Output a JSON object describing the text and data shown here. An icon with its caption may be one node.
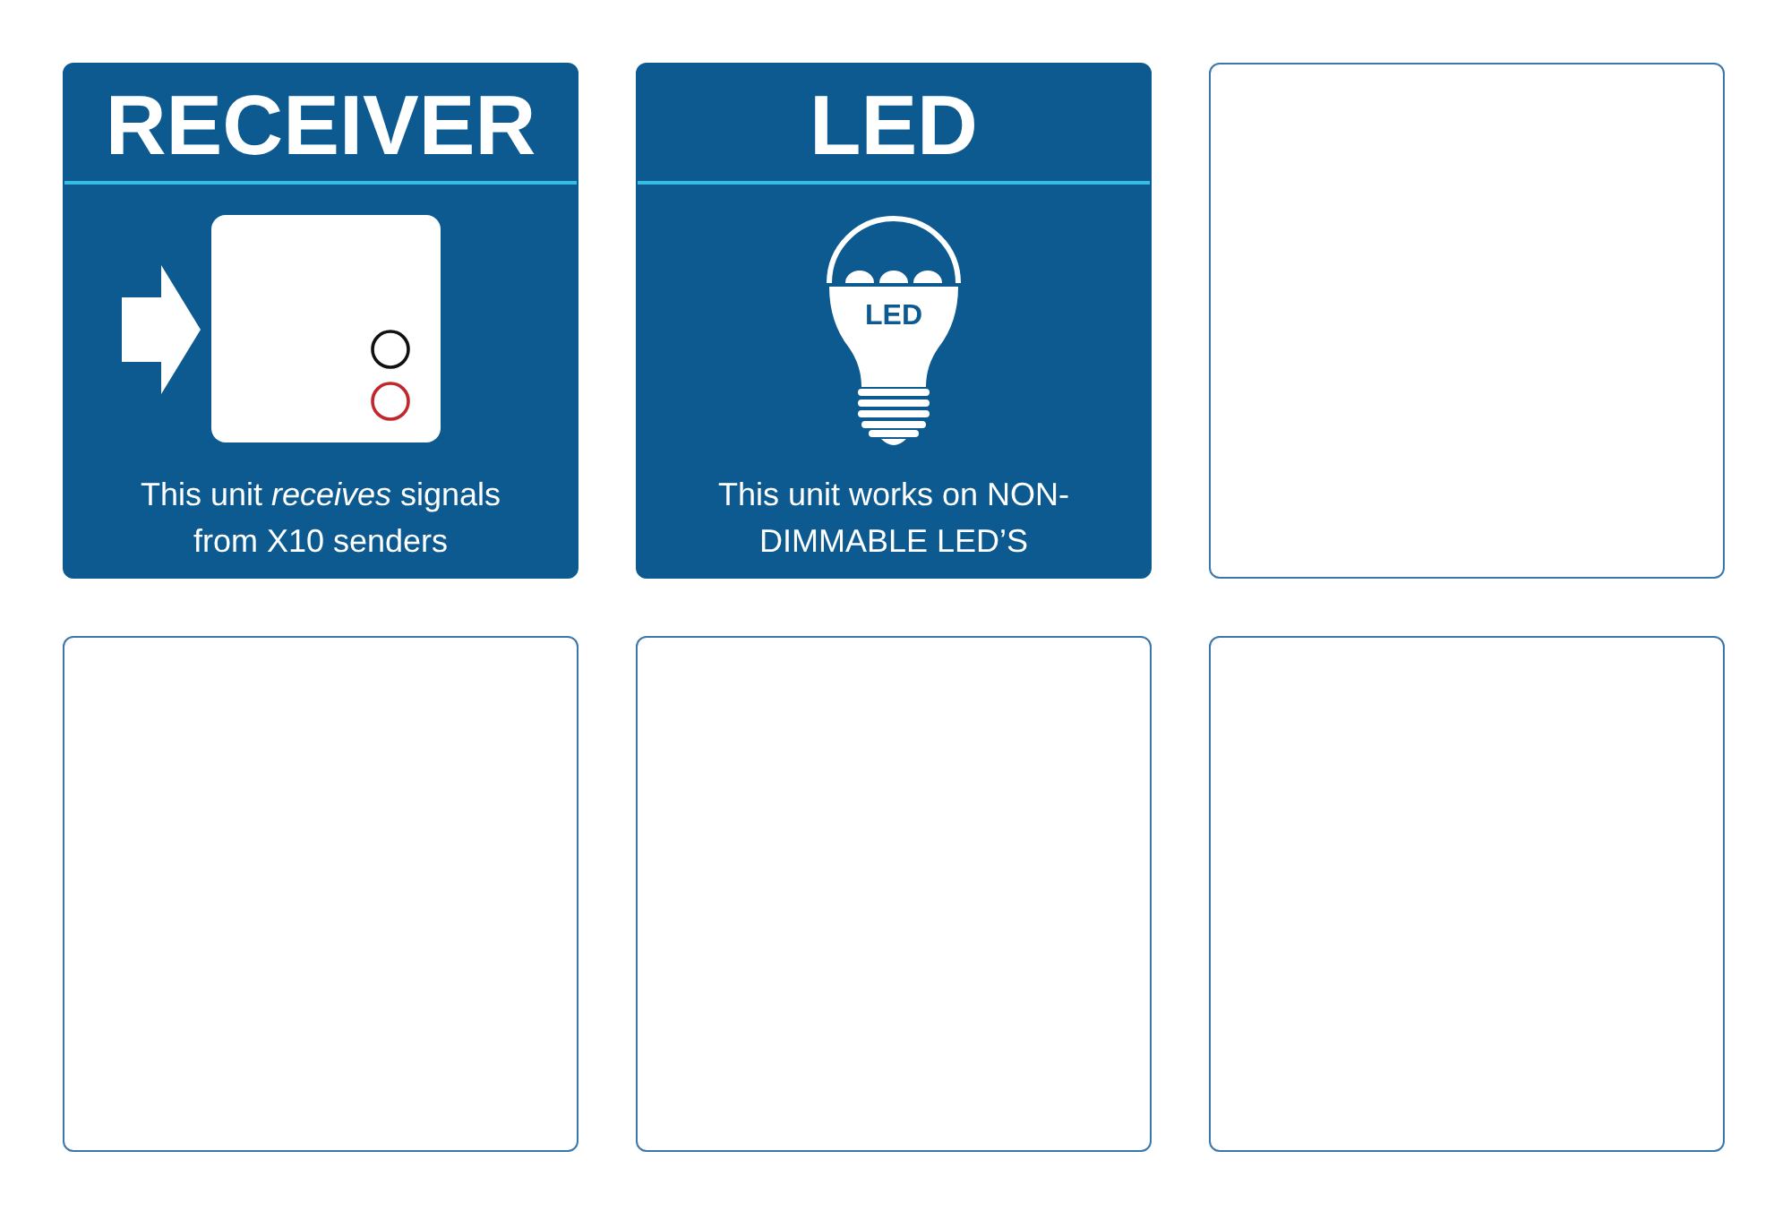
{
  "diagram": {
    "nodes": [
      {
        "text": [
          "RECEIVER",
          "This unit *receives* signals from X10 senders"
        ]
      },
      {
        "text": [
          "LED",
          "This unit works on NON-DIMMABLE LED’S"
        ]
      },
      {
        "text": [],
        "shape": "box"
      },
      {
        "text": [],
        "shape": "box"
      },
      {
        "text": [],
        "shape": "box"
      },
      {
        "text": [],
        "shape": "box"
      }
    ],
    "labels": [
      "LED"
    ]
  }
}
